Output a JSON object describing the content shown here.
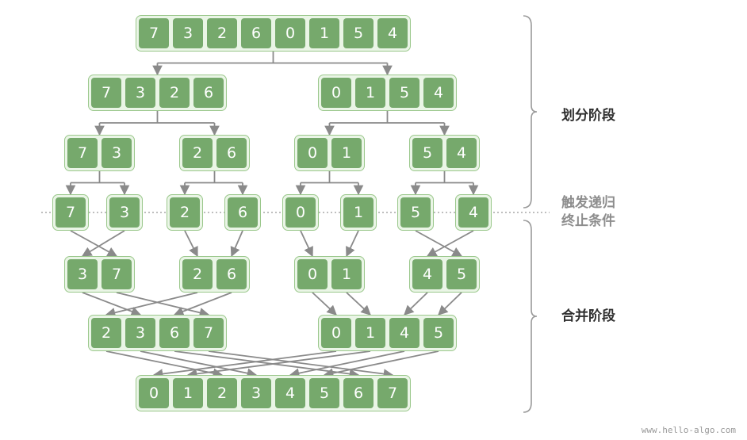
{
  "diagram": {
    "levels": [
      [
        [
          7,
          3,
          2,
          6,
          0,
          1,
          5,
          4
        ]
      ],
      [
        [
          7,
          3,
          2,
          6
        ],
        [
          0,
          1,
          5,
          4
        ]
      ],
      [
        [
          7,
          3
        ],
        [
          2,
          6
        ],
        [
          0,
          1
        ],
        [
          5,
          4
        ]
      ],
      [
        [
          7
        ],
        [
          3
        ],
        [
          2
        ],
        [
          6
        ],
        [
          0
        ],
        [
          1
        ],
        [
          5
        ],
        [
          4
        ]
      ],
      [
        [
          3,
          7
        ],
        [
          2,
          6
        ],
        [
          0,
          1
        ],
        [
          4,
          5
        ]
      ],
      [
        [
          2,
          3,
          6,
          7
        ],
        [
          0,
          1,
          4,
          5
        ]
      ],
      [
        [
          0,
          1,
          2,
          3,
          4,
          5,
          6,
          7
        ]
      ]
    ],
    "labels": {
      "divide": "划分阶段",
      "stop_line1": "触发递归",
      "stop_line2": "终止条件",
      "merge": "合并阶段"
    },
    "watermark": "www.hello-algo.com"
  },
  "colors": {
    "cell": "#76a96c",
    "group_fill": "#eaf5e6",
    "group_border": "#9bc88c",
    "arrow": "#8a8a8a",
    "bracket": "#9a9a9a"
  }
}
